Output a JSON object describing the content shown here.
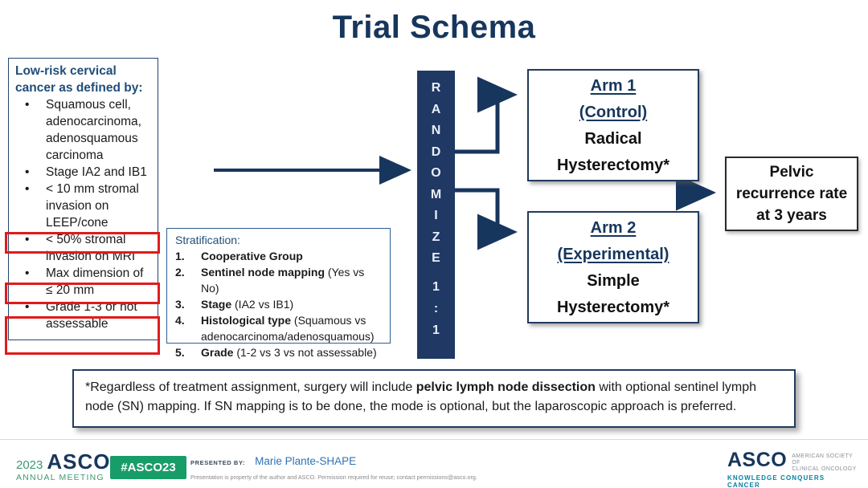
{
  "title": "Trial Schema",
  "criteria": {
    "heading": "Low-risk cervical cancer as defined by:",
    "items": [
      "Squamous cell, adenocarcinoma, adenosquamous carcinoma",
      "Stage IA2 and IB1",
      "< 10 mm stromal invasion on LEEP/cone",
      "< 50% stromal invasion on MRI",
      "Max dimension of ≤ 20 mm",
      "Grade 1-3 or not assessable"
    ]
  },
  "stratification": {
    "heading": "Stratification:",
    "items": [
      {
        "num": "1.",
        "bold": "Cooperative Group",
        "rest": ""
      },
      {
        "num": "2.",
        "bold": "Sentinel node mapping",
        "rest": " (Yes vs No)"
      },
      {
        "num": "3.",
        "bold": "Stage",
        "rest": " (IA2 vs IB1)"
      },
      {
        "num": "4.",
        "bold": "Histological type",
        "rest": " (Squamous vs adenocarcinoma/adenosquamous)"
      },
      {
        "num": "5.",
        "bold": "Grade",
        "rest": " (1-2 vs 3 vs not assessable)"
      }
    ]
  },
  "randomize": {
    "word": "R\nA\nN\nD\nO\nM\nI\nZ\nE",
    "ratio": "1\n:\n1"
  },
  "arm1": {
    "title": "Arm 1",
    "subtitle": "(Control)",
    "line1": "Radical",
    "line2": "Hysterectomy*"
  },
  "arm2": {
    "title": "Arm 2",
    "subtitle": "(Experimental)",
    "line1": "Simple",
    "line2": "Hysterectomy*"
  },
  "outcome": {
    "text": "Pelvic recurrence rate at 3 years"
  },
  "note": {
    "pre": "*Regardless of treatment assignment, surgery will include ",
    "bold": "pelvic lymph node dissection",
    "post": " with optional sentinel lymph node (SN) mapping. If SN mapping is to be done, the mode is optional, but the laparoscopic approach is preferred."
  },
  "footer": {
    "year": "2023",
    "org": "ASCO",
    "org_sub": "ANNUAL MEETING",
    "hashtag": "#ASCO23",
    "presented_by_label": "PRESENTED BY:",
    "presenter": "Marie Plante-SHAPE",
    "disclaimer": "Presentation is property of the author and ASCO. Permission required for reuse; contact permissions@asco.org.",
    "asco_logo": "ASCO",
    "asco_tagline1": "AMERICAN SOCIETY OF",
    "asco_tagline2": "CLINICAL ONCOLOGY",
    "asco_motto": "KNOWLEDGE CONQUERS CANCER"
  },
  "colors": {
    "title_navy": "#17365d",
    "bar_navy": "#1f3864",
    "highlight_red": "#e01b1b",
    "badge_green": "#189c68",
    "motto_teal": "#0082a5",
    "presenter_blue": "#2e74b5"
  }
}
